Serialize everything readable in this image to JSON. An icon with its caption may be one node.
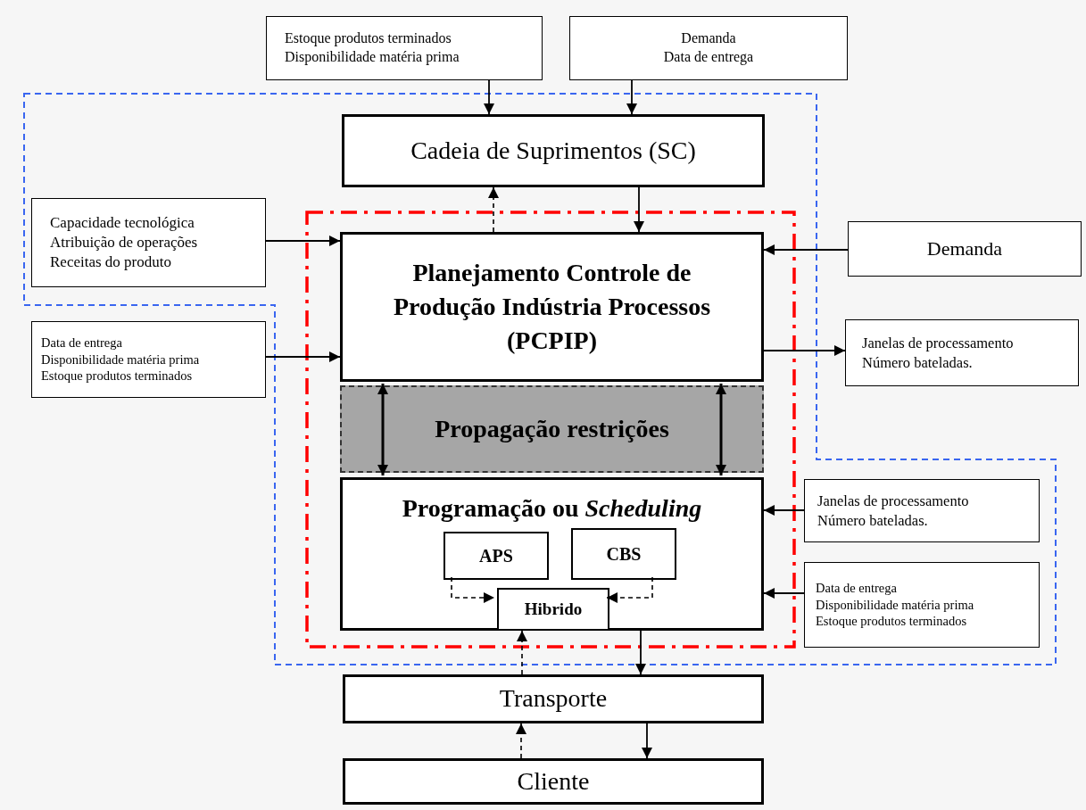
{
  "diagram": {
    "nodes": [
      {
        "text": [
          "Estoque produtos terminados",
          "Disponibilidade matéria prima"
        ]
      },
      {
        "text": [
          "Demanda",
          "Data de entrega"
        ]
      },
      {
        "text": [
          "Cadeia de Suprimentos (SC)"
        ]
      },
      {
        "text": [
          "Capacidade tecnológica",
          "Atribuição de operações",
          "Receitas do produto"
        ]
      },
      {
        "text": [
          "Planejamento Controle de Produção Indústria Processos (PCPIP)"
        ]
      },
      {
        "text": [
          "Demanda"
        ]
      },
      {
        "text": [
          "Data de entrega",
          "Disponibilidade matéria prima",
          "Estoque produtos terminados"
        ]
      },
      {
        "text": [
          "Janelas de processamento",
          "Número bateladas."
        ]
      },
      {
        "text": [
          "Propagação restrições"
        ]
      },
      {
        "text": [
          "Programação ou *Scheduling*"
        ]
      },
      {
        "text": [
          "APS"
        ],
        "in": 9
      },
      {
        "text": [
          "CBS"
        ],
        "in": 9
      },
      {
        "text": [
          "Hibrido"
        ],
        "in": 9
      },
      {
        "text": [
          "Janelas de processamento",
          "Número bateladas."
        ]
      },
      {
        "text": [
          "Data de entrega",
          "Disponibilidade matéria prima",
          "Estoque produtos terminados"
        ]
      },
      {
        "text": [
          "Transporte"
        ]
      },
      {
        "text": [
          "Cliente"
        ]
      }
    ],
    "edges": [
      {
        "from": 0,
        "to": 2,
        "arrow": "to"
      },
      {
        "from": 1,
        "to": 2,
        "arrow": "to"
      },
      {
        "from": 4,
        "to": 2,
        "arrow": "to",
        "style": "dashed"
      },
      {
        "from": 2,
        "to": 4,
        "arrow": "to"
      },
      {
        "from": 3,
        "to": 4,
        "arrow": "to"
      },
      {
        "from": 5,
        "to": 4,
        "arrow": "to"
      },
      {
        "from": 6,
        "to": 4,
        "arrow": "to"
      },
      {
        "from": 4,
        "to": 7,
        "arrow": "to"
      },
      {
        "from": 10,
        "to": 12,
        "arrow": "to",
        "style": "dashed"
      },
      {
        "from": 11,
        "to": 12,
        "arrow": "to",
        "style": "dashed"
      },
      {
        "from": 13,
        "to": 9,
        "arrow": "to"
      },
      {
        "from": 14,
        "to": 9,
        "arrow": "to"
      },
      {
        "from": 9,
        "to": 15,
        "arrow": "to"
      },
      {
        "from": 15,
        "to": 9,
        "arrow": "to",
        "style": "dashed"
      },
      {
        "from": 15,
        "to": 16,
        "arrow": "to"
      },
      {
        "from": 16,
        "to": 15,
        "arrow": "to",
        "style": "dashed"
      }
    ]
  }
}
